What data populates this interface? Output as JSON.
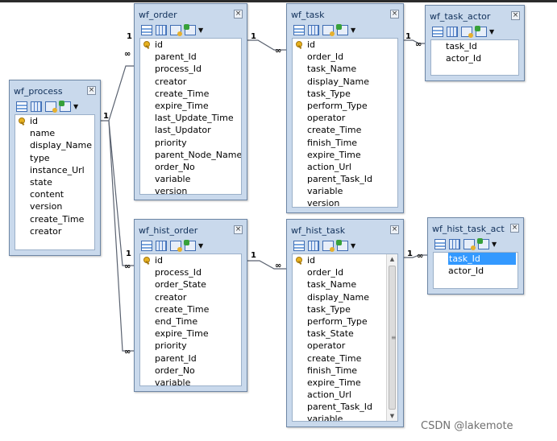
{
  "tables": {
    "wf_process": {
      "title": "wf_process",
      "fields": [
        "id",
        "name",
        "display_Name",
        "type",
        "instance_Url",
        "state",
        "content",
        "version",
        "create_Time",
        "creator"
      ]
    },
    "wf_order": {
      "title": "wf_order",
      "fields": [
        "id",
        "parent_Id",
        "process_Id",
        "creator",
        "create_Time",
        "expire_Time",
        "last_Update_Time",
        "last_Updator",
        "priority",
        "parent_Node_Name",
        "order_No",
        "variable",
        "version"
      ]
    },
    "wf_task": {
      "title": "wf_task",
      "fields": [
        "id",
        "order_Id",
        "task_Name",
        "display_Name",
        "task_Type",
        "perform_Type",
        "operator",
        "create_Time",
        "finish_Time",
        "expire_Time",
        "action_Url",
        "parent_Task_Id",
        "variable",
        "version"
      ]
    },
    "wf_task_actor": {
      "title": "wf_task_actor",
      "fields": [
        "task_Id",
        "actor_Id"
      ]
    },
    "wf_hist_order": {
      "title": "wf_hist_order",
      "fields": [
        "id",
        "process_Id",
        "order_State",
        "creator",
        "create_Time",
        "end_Time",
        "expire_Time",
        "priority",
        "parent_Id",
        "order_No",
        "variable"
      ]
    },
    "wf_hist_task": {
      "title": "wf_hist_task",
      "fields": [
        "id",
        "order_Id",
        "task_Name",
        "display_Name",
        "task_Type",
        "perform_Type",
        "task_State",
        "operator",
        "create_Time",
        "finish_Time",
        "expire_Time",
        "action_Url",
        "parent_Task_Id",
        "variable"
      ]
    },
    "wf_hist_task_actor": {
      "title": "wf_hist_task_act...",
      "fields": [
        "task_Id",
        "actor_Id"
      ]
    }
  },
  "cardinality": {
    "one": "1",
    "many": "∞"
  },
  "icons": {
    "close": "close-icon",
    "key": "primary-key-icon"
  },
  "watermark": "CSDN @lakemote"
}
